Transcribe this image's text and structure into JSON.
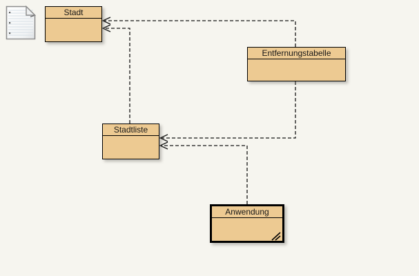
{
  "diagram": {
    "classes": [
      {
        "label": "Stadt",
        "selected": false
      },
      {
        "label": "Entfernungstabelle",
        "selected": false
      },
      {
        "label": "Stadtliste",
        "selected": false
      },
      {
        "label": "Anwendung",
        "selected": true
      }
    ],
    "dependencies": [
      {
        "from": "Entfernungstabelle",
        "to": "Stadt",
        "style": "dashed-open-arrow"
      },
      {
        "from": "Stadtliste",
        "to": "Stadt",
        "style": "dashed-open-arrow"
      },
      {
        "from": "Entfernungstabelle",
        "to": "Stadtliste",
        "style": "dashed-open-arrow"
      },
      {
        "from": "Anwendung",
        "to": "Stadtliste",
        "style": "dashed-open-arrow"
      }
    ],
    "icons": {
      "readme": "readme-notes-icon",
      "resize_handle": "resize-handle-icon"
    },
    "colors": {
      "background": "#f6f5ef",
      "class_fill": "#edca92",
      "class_border": "#000000",
      "dependency_line": "#141414",
      "selected_border": "#000000"
    }
  }
}
